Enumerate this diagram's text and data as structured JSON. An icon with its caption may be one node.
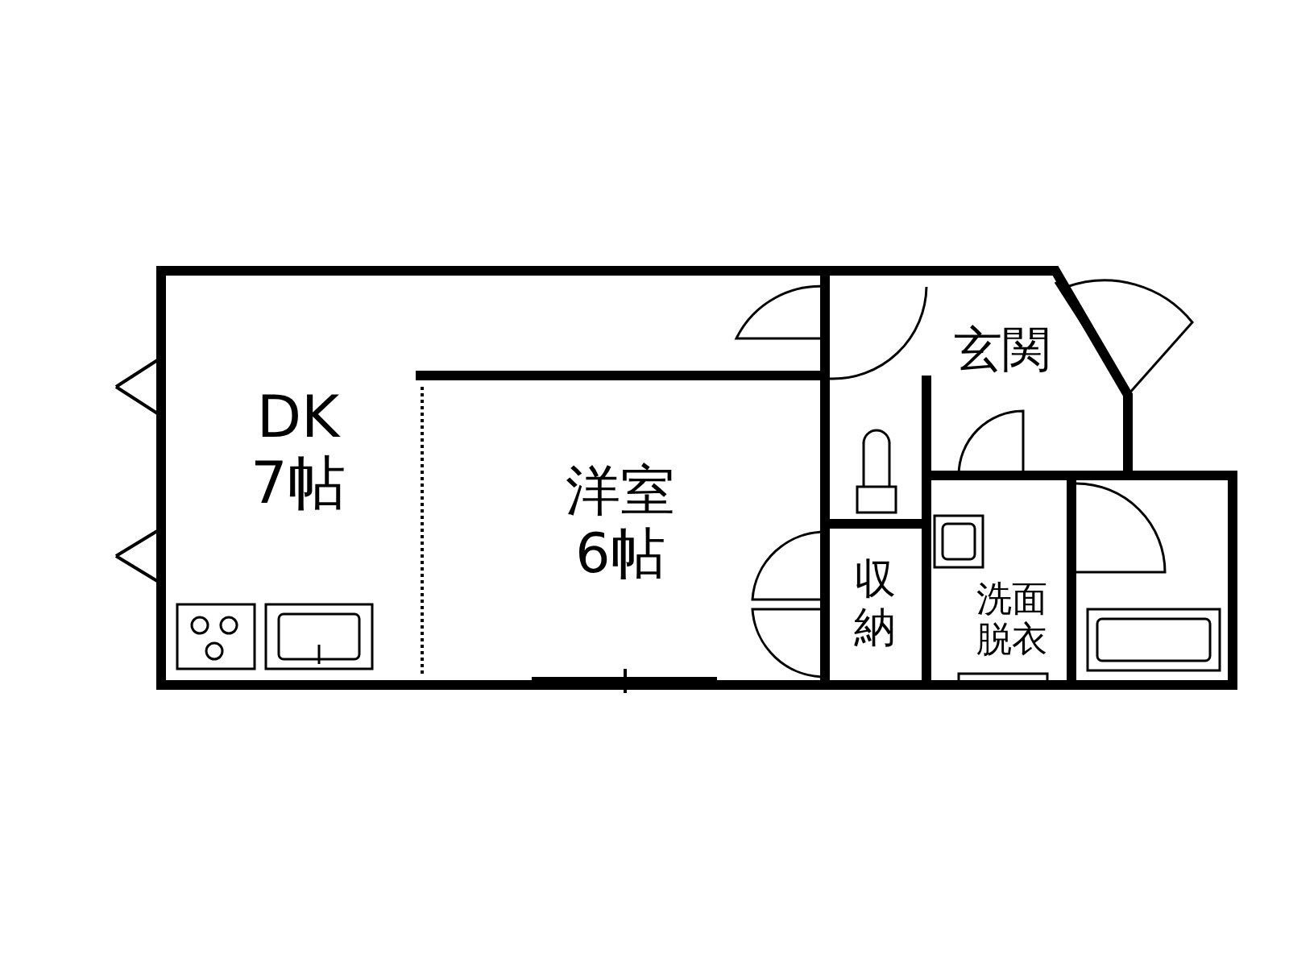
{
  "diagram": {
    "nodes": [
      {
        "text": [
          "DK",
          "7帖"
        ]
      },
      {
        "text": [
          "洋室",
          "6帖"
        ]
      },
      {
        "text": [
          "玄関"
        ]
      },
      {
        "text": [
          "収納"
        ]
      },
      {
        "text": [
          "洗面脱衣"
        ]
      }
    ]
  }
}
